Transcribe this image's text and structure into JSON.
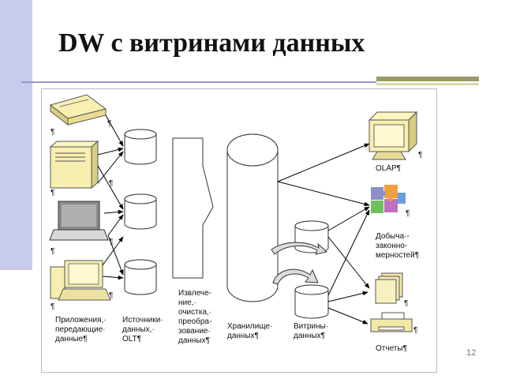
{
  "slide": {
    "title": "DW  с витринами данных",
    "page_number": "12"
  },
  "diagram": {
    "labels": {
      "apps": "Приложения,·\nпередающие·\nданные¶",
      "sources": "Источники·\nданных,·\nOLT¶",
      "extract": "Извлече-\nние,·\nочистка,·\nпреобра-\nзование·\nданных¶",
      "storage": "Хранилище·\nданных¶",
      "marts": "Витрины·\nданных¶",
      "olap": "OLAP¶",
      "mining": "Добыча·-\nзаконно-\nмерностей¶",
      "reports": "Отчеты¶"
    },
    "pilcrow": "¶"
  }
}
